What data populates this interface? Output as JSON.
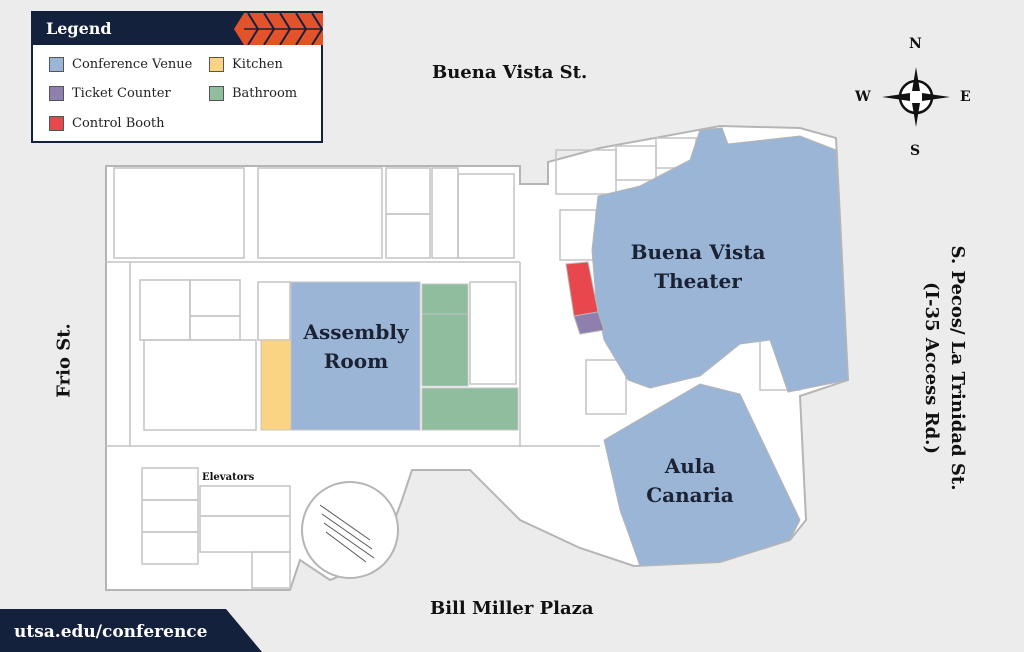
{
  "legend": {
    "title": "Legend",
    "items": [
      {
        "label": "Conference Venue",
        "color": "#9bb5d6"
      },
      {
        "label": "Kitchen",
        "color": "#fad482"
      },
      {
        "label": "Ticket Counter",
        "color": "#8f7fae"
      },
      {
        "label": "Bathroom",
        "color": "#8fbd9e"
      },
      {
        "label": "Control Booth",
        "color": "#e8474e"
      }
    ]
  },
  "streets": {
    "north": "Buena Vista St.",
    "south": "Bill Miller Plaza",
    "west": "Frio St.",
    "east_line1": "S. Pecos/ La Trinidad St.",
    "east_line2": "(I-35 Access Rd.)"
  },
  "rooms": {
    "assembly_line1": "Assembly",
    "assembly_line2": "Room",
    "theater_line1": "Buena Vista",
    "theater_line2": "Theater",
    "aula_line1": "Aula",
    "aula_line2": "Canaria",
    "elevators": "Elevators"
  },
  "compass": {
    "n": "N",
    "s": "S",
    "e": "E",
    "w": "W"
  },
  "footer": {
    "url": "utsa.edu/conference"
  },
  "colors": {
    "navy": "#14213d",
    "orange": "#e2522b",
    "wall": "#b9b9b9",
    "floor": "#ffffff"
  }
}
